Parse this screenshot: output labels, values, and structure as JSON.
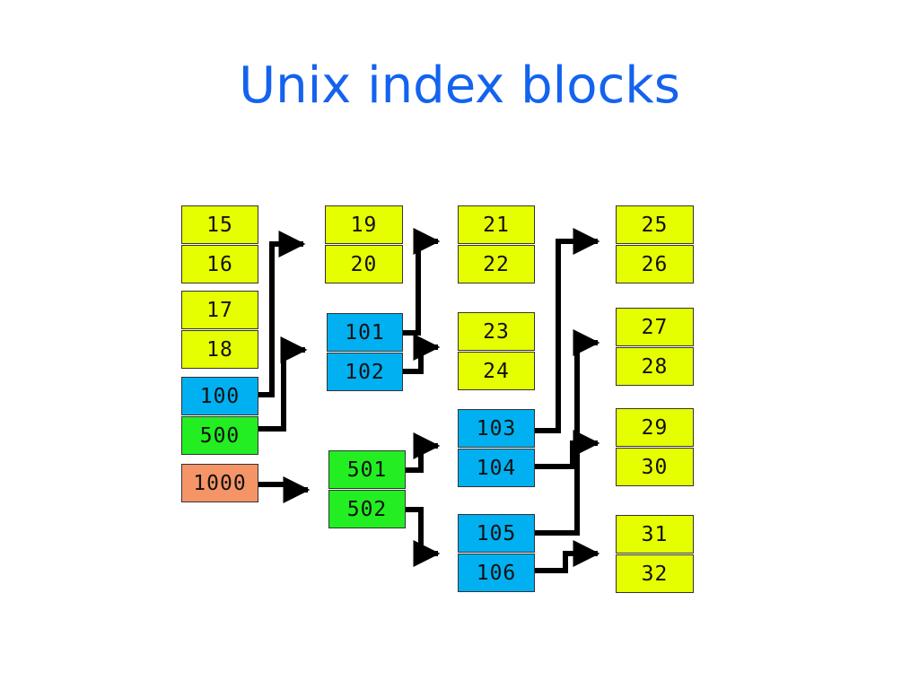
{
  "title": "Unix index blocks",
  "colors": {
    "title": "#1463ee",
    "data_block": "#e6ff00",
    "single_indirect": "#00b0f0",
    "double_indirect": "#22ee22",
    "triple_indirect": "#f59567",
    "arrow": "#000000"
  },
  "blocks": {
    "b15": "15",
    "b16": "16",
    "b17": "17",
    "b18": "18",
    "b100": "100",
    "b500": "500",
    "b1000": "1000",
    "b19": "19",
    "b20": "20",
    "b101": "101",
    "b102": "102",
    "b501": "501",
    "b502": "502",
    "b21": "21",
    "b22": "22",
    "b23": "23",
    "b24": "24",
    "b103": "103",
    "b104": "104",
    "b105": "105",
    "b106": "106",
    "b25": "25",
    "b26": "26",
    "b27": "27",
    "b28": "28",
    "b29": "29",
    "b30": "30",
    "b31": "31",
    "b32": "32"
  }
}
